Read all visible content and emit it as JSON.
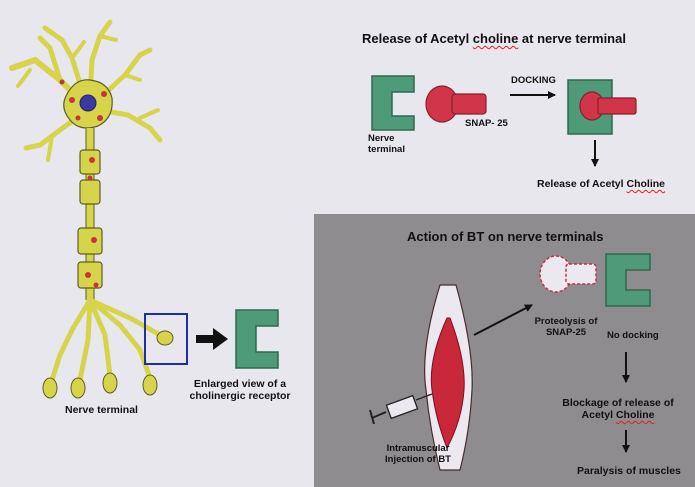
{
  "colors": {
    "background": "#e9e7ee",
    "bt_panel": "#8f8c90",
    "neuron_yellow": "#d6d44a",
    "nucleus_blue": "#3a3aa0",
    "dot_red": "#c8343c",
    "receptor_green": "#4f9a78",
    "snap_red": "#d0354a",
    "frame_blue": "#1f2fa8"
  },
  "labels": {
    "release_title_prefix": "Release of Acetyl ",
    "release_title_choline": "choline",
    "release_title_suffix": " at nerve terminal",
    "docking": "DOCKING",
    "snap25": "SNAP- 25",
    "nerve_terminal_small_line1": "Nerve",
    "nerve_terminal_small_line2": "terminal",
    "release_result_prefix": "Release of Acetyl ",
    "release_result_choline": "Choline",
    "bt_title": "Action of BT on nerve terminals",
    "proteolysis_line1": "Proteolysis of",
    "proteolysis_line2": "SNAP-25",
    "no_docking": "No docking",
    "blockage_line1": "Blockage of release of",
    "blockage_line2_prefix": "Acetyl ",
    "blockage_line2_choline": "Choline",
    "paralysis": "Paralysis of muscles",
    "injection_line1": "Intramuscular",
    "injection_line2": "Injection of BT",
    "enlarged_line1": "Enlarged view of a",
    "enlarged_line2": "cholinergic receptor",
    "nerve_terminal_main": "Nerve terminal"
  }
}
